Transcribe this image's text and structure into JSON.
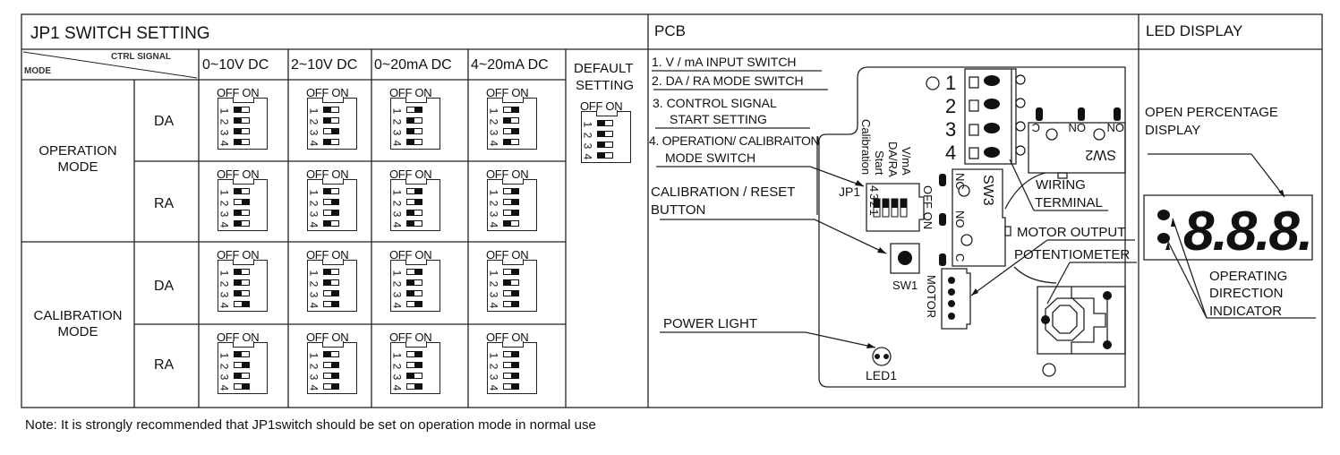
{
  "jp1": {
    "title": "JP1 SWITCH SETTING",
    "corner_ctrl": "CTRL SIGNAL",
    "corner_mode": "MODE",
    "signals": [
      "0~10V DC",
      "2~10V DC",
      "0~20mA DC",
      "4~20mA DC"
    ],
    "default_label_1": "DEFAULT",
    "default_label_2": "SETTING",
    "off_on": "OFF ON",
    "switch_numbers": [
      "1",
      "2",
      "3",
      "4"
    ],
    "default_state": [
      "OFF",
      "OFF",
      "OFF",
      "OFF"
    ],
    "modes": [
      {
        "label": "OPERATION MODE",
        "rows": [
          {
            "sub": "DA",
            "states": [
              [
                "OFF",
                "OFF",
                "OFF",
                "OFF"
              ],
              [
                "OFF",
                "OFF",
                "ON",
                "OFF"
              ],
              [
                "ON",
                "OFF",
                "OFF",
                "OFF"
              ],
              [
                "ON",
                "OFF",
                "ON",
                "OFF"
              ]
            ]
          },
          {
            "sub": "RA",
            "states": [
              [
                "OFF",
                "ON",
                "OFF",
                "OFF"
              ],
              [
                "OFF",
                "ON",
                "ON",
                "OFF"
              ],
              [
                "ON",
                "ON",
                "OFF",
                "OFF"
              ],
              [
                "ON",
                "ON",
                "ON",
                "OFF"
              ]
            ]
          }
        ]
      },
      {
        "label": "CALIBRATION MODE",
        "rows": [
          {
            "sub": "DA",
            "states": [
              [
                "OFF",
                "OFF",
                "OFF",
                "ON"
              ],
              [
                "OFF",
                "OFF",
                "ON",
                "ON"
              ],
              [
                "ON",
                "OFF",
                "OFF",
                "ON"
              ],
              [
                "ON",
                "OFF",
                "ON",
                "ON"
              ]
            ]
          },
          {
            "sub": "RA",
            "states": [
              [
                "OFF",
                "ON",
                "OFF",
                "ON"
              ],
              [
                "OFF",
                "ON",
                "ON",
                "ON"
              ],
              [
                "ON",
                "ON",
                "OFF",
                "ON"
              ],
              [
                "ON",
                "ON",
                "ON",
                "ON"
              ]
            ]
          }
        ]
      }
    ]
  },
  "pcb": {
    "title": "PCB",
    "callouts": {
      "c1": "1. V / mA INPUT SWITCH",
      "c2": "2. DA / RA MODE SWITCH",
      "c3a": "3. CONTROL SIGNAL",
      "c3b": "START SETTING",
      "c4a": "4. OPERATION/ CALIBRAITON",
      "c4b": "MODE SWITCH",
      "calib_a": "CALIBRATION / RESET",
      "calib_b": "BUTTON",
      "power_light": "POWER LIGHT",
      "wiring_a": "WIRING",
      "wiring_b": "TERMINAL",
      "motor_output": "MOTOR OUTPUT",
      "potentiometer": "POTENTIOMETER"
    },
    "terminal_numbers": [
      "1",
      "2",
      "3",
      "4"
    ],
    "jp1_label": "JP1",
    "jp1_numbers": "4 3 2 1",
    "jp1_offon": "OFF ON",
    "jp1_functions": [
      "Calibration",
      "Start",
      "DA/RA",
      "V/mA"
    ],
    "sw1": "SW1",
    "sw2": "SW2",
    "sw2_pins": [
      "C",
      "ON",
      "ON"
    ],
    "sw3": "SW3",
    "sw3_pins": [
      "NC",
      "NO",
      "C"
    ],
    "motor": "MOTOR",
    "led1": "LED1"
  },
  "led": {
    "title": "LED DISPLAY",
    "open_a": "OPEN PERCENTAGE",
    "open_b": "DISPLAY",
    "digits": "8.8.8.",
    "dir_a": "OPERATING",
    "dir_b": "DIRECTION",
    "dir_c": "INDICATOR"
  },
  "note": "Note: It is strongly recommended that JP1switch should be set on operation mode in normal use"
}
